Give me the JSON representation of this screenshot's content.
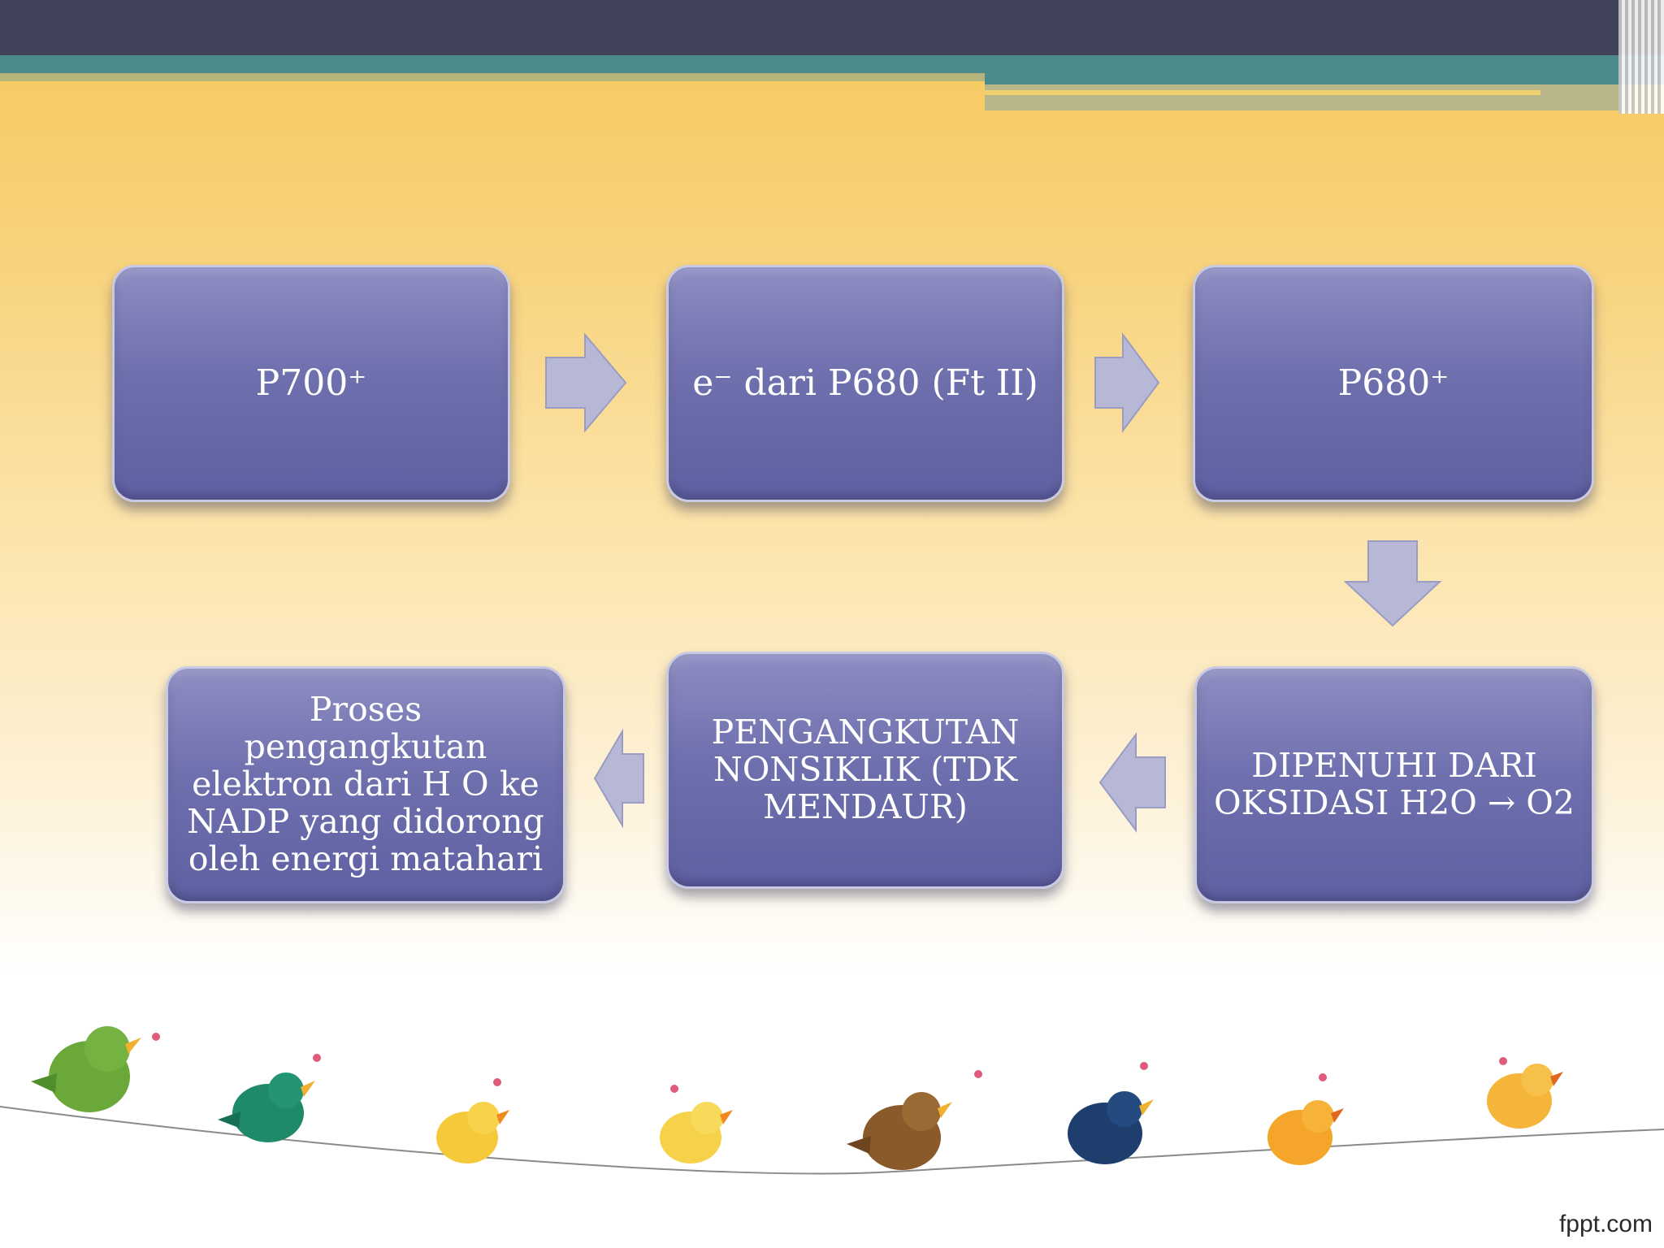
{
  "diagram": {
    "boxes": [
      {
        "id": "p700",
        "label": "P700⁺"
      },
      {
        "id": "electron",
        "label": "e⁻ dari P680 (Ft II)"
      },
      {
        "id": "p680",
        "label": "P680⁺"
      },
      {
        "id": "oksidasi",
        "label": "DIPENUHI DARI OKSIDASI H2O → O2"
      },
      {
        "id": "nonsiklik",
        "label": "PENGANGKUTAN NONSIKLIK (TDK MENDAUR)"
      },
      {
        "id": "proses",
        "label": "Proses pengangkutan elektron dari H O ke NADP  yang didorong oleh energi matahari"
      }
    ],
    "colors": {
      "box": "#6f70ae",
      "arrow": "#b6b8d6",
      "text": "#ffffff"
    }
  },
  "footer": {
    "brand": "fppt.com"
  },
  "decoration": {
    "icons": [
      "green-bird-icon",
      "teal-bird-icon",
      "yellow-bird-icon",
      "brown-bird-icon",
      "navy-bird-icon",
      "orange-bird-icon",
      "music-note-icon"
    ]
  }
}
